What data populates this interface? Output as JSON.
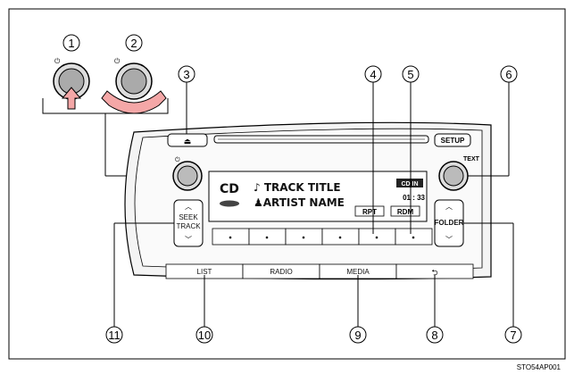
{
  "callouts": [
    "1",
    "2",
    "3",
    "4",
    "5",
    "6",
    "7",
    "8",
    "9",
    "10",
    "11"
  ],
  "display": {
    "source": "CD",
    "track_line": "♪ TRACK TITLE",
    "artist_line": "♟ARTIST NAME",
    "badge": "CD IN",
    "counter": "01 : 33",
    "rpt": "RPT",
    "rdm": "RDM"
  },
  "buttons": {
    "setup": "SETUP",
    "text": "TEXT",
    "seek_top": "SEEK",
    "seek_bottom": "TRACK",
    "folder": "FOLDER",
    "list": "LIST",
    "radio": "RADIO",
    "media": "MEDIA",
    "back_glyph": "⮌"
  },
  "figure_code": "STO54AP001"
}
